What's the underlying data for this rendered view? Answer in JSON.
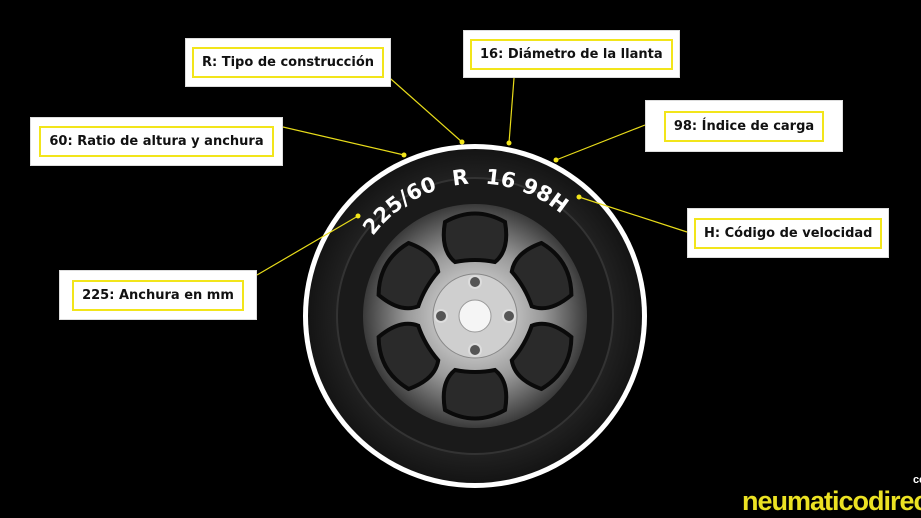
{
  "labels": {
    "construction": "R: Tipo de construcción",
    "diameter": "16: Diámetro de la llanta",
    "ratio": "60: Ratio de altura y anchura",
    "load": "98: Índice de carga",
    "speed": "H: Código de velocidad",
    "width": "225: Anchura en mm"
  },
  "tire_text": {
    "width_ratio": "225/60",
    "construction": "R",
    "diameter_load_speed": "16 98H"
  },
  "logo": {
    "name": "neumaticodirec",
    "suffix": "com"
  },
  "colors": {
    "accent": "#f2e51a",
    "background": "#000000"
  }
}
